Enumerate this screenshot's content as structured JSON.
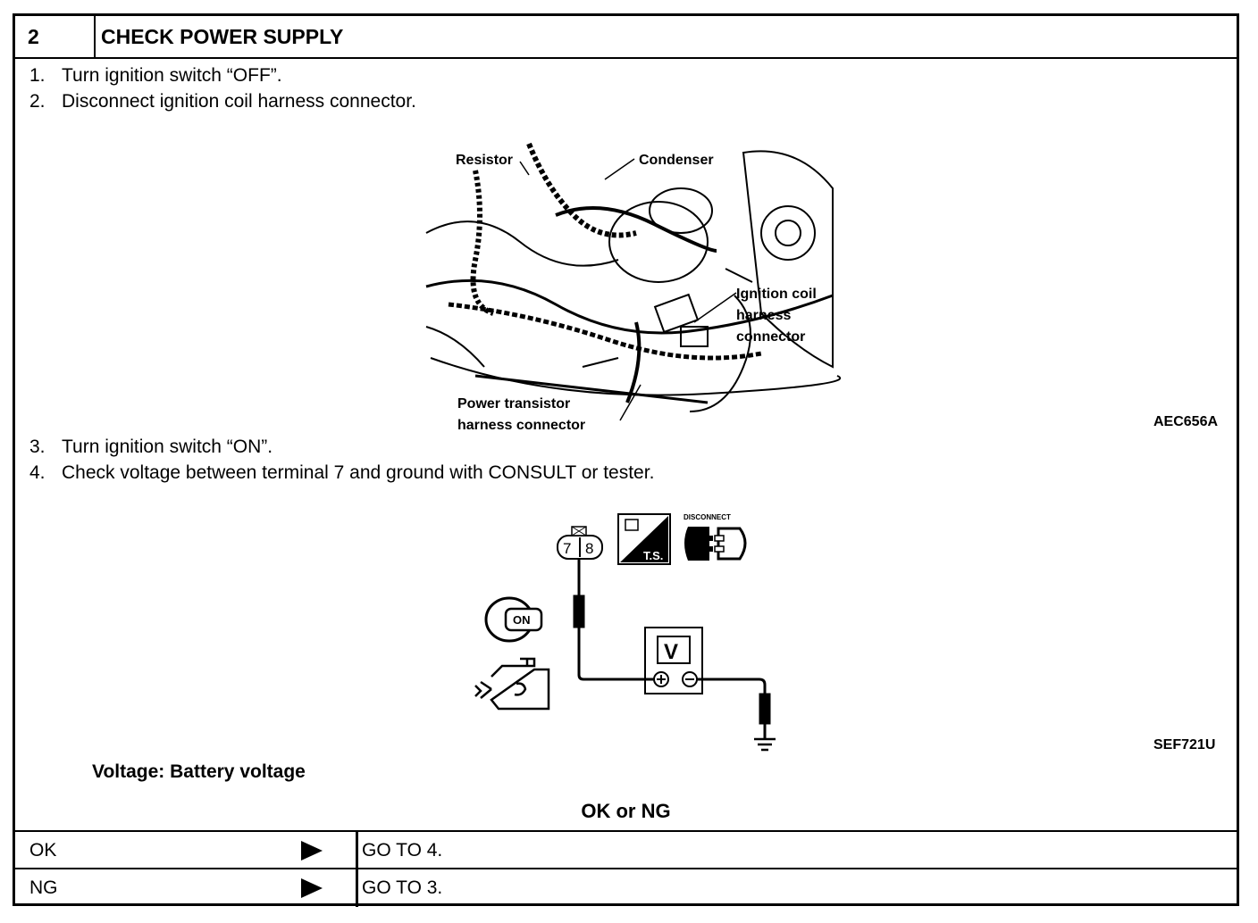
{
  "header": {
    "step_number": "2",
    "title": "CHECK POWER SUPPLY"
  },
  "steps": [
    {
      "num": "1.",
      "text": "Turn ignition switch “OFF”."
    },
    {
      "num": "2.",
      "text": "Disconnect ignition coil harness connector."
    },
    {
      "num": "3.",
      "text": "Turn ignition switch “ON”."
    },
    {
      "num": "4.",
      "text": "Check voltage between terminal 7 and ground with CONSULT or tester."
    }
  ],
  "figure1": {
    "labels": {
      "resistor": "Resistor",
      "condenser": "Condenser",
      "coil_line1": "Ignition coil",
      "coil_line2": "harness",
      "coil_line3": "connector",
      "pt_line1": "Power transistor",
      "pt_line2": "harness connector"
    },
    "code": "AEC656A"
  },
  "figure2": {
    "terminal_a": "7",
    "terminal_b": "8",
    "ts_label": "T.S.",
    "disconnect_label": "DISCONNECT",
    "switch_label": "ON",
    "meter_label": "V",
    "code": "SEF721U"
  },
  "spec": "Voltage: Battery voltage",
  "decision": "OK or NG",
  "results": [
    {
      "label": "OK",
      "goto": "GO TO 4."
    },
    {
      "label": "NG",
      "goto": "GO TO 3."
    }
  ]
}
